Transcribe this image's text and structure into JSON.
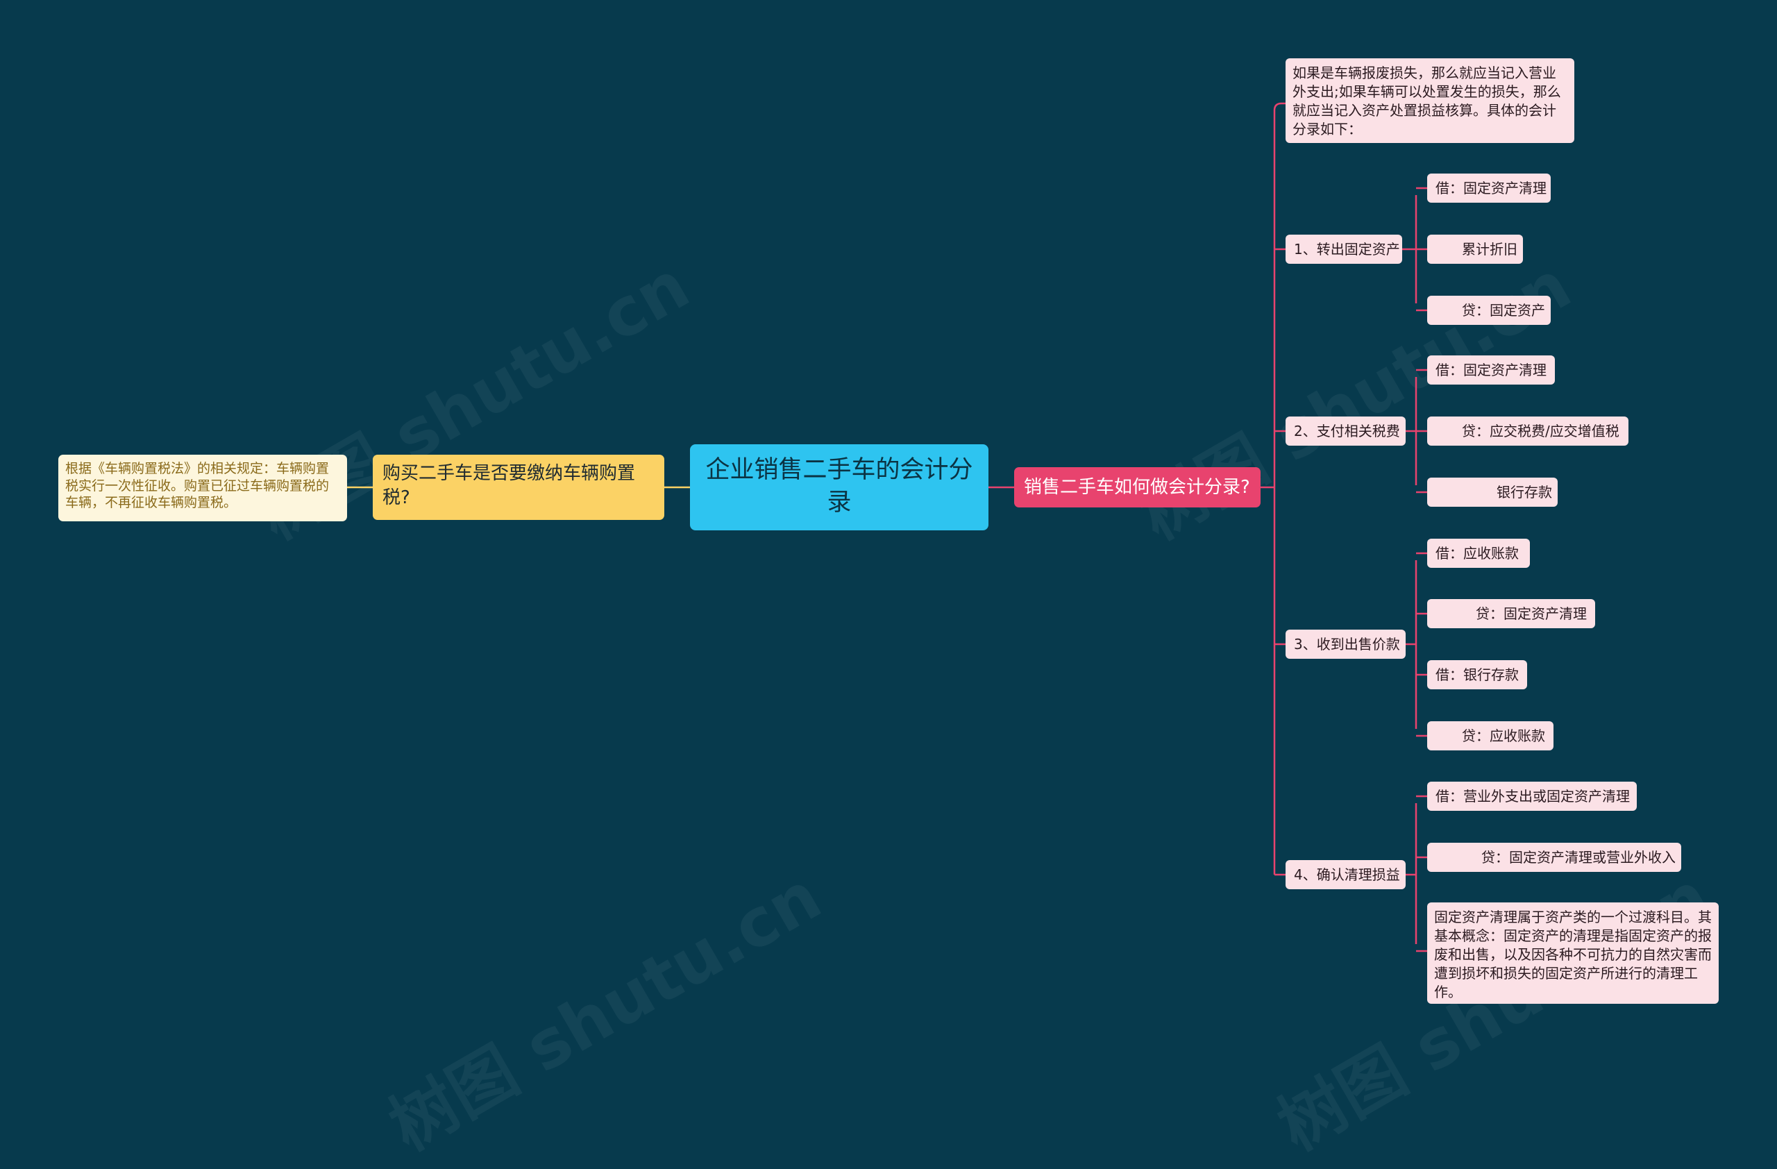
{
  "mindmap": {
    "root": "企业销售二手车的会计分录",
    "right": {
      "question": "销售二手车如何做会计分录?",
      "intro": "如果是车辆报废损失，那么就应当记入营业外支出;如果车辆可以处置发生的损失，那么就应当记入资产处置损益核算。具体的会计分录如下：",
      "steps": [
        {
          "label": "1、转出固定资产",
          "items": [
            "借：固定资产清理",
            "累计折旧",
            "贷：固定资产"
          ]
        },
        {
          "label": "2、支付相关税费",
          "items": [
            "借：固定资产清理",
            "贷：应交税费/应交增值税",
            "银行存款"
          ]
        },
        {
          "label": "3、收到出售价款",
          "items": [
            "借：应收账款",
            "贷：固定资产清理",
            "借：银行存款",
            "贷：应收账款"
          ]
        },
        {
          "label": "4、确认清理损益",
          "items": [
            "借：营业外支出或固定资产清理",
            "贷：固定资产清理或营业外收入"
          ],
          "note": "固定资产清理属于资产类的一个过渡科目。其基本概念：固定资产的清理是指固定资产的报废和出售，以及因各种不可抗力的自然灾害而遭到损坏和损失的固定资产所进行的清理工作。"
        }
      ]
    },
    "left": {
      "question": "购买二手车是否要缴纳车辆购置税?",
      "answer": "根据《车辆购置税法》的相关规定：车辆购置税实行一次性征收。购置已征过车辆购置税的车辆，不再征收车辆购置税。"
    },
    "watermark": "树图 shutu.cn"
  },
  "colors": {
    "background": "#073a4d",
    "root": "#2ec4f0",
    "right_branch": "#e8436e",
    "left_branch": "#fbd265",
    "leaf_pink": "#fbe1e6",
    "leaf_cream": "#fdf6dd"
  }
}
